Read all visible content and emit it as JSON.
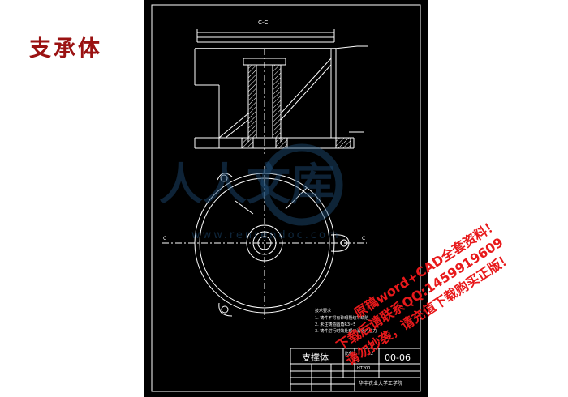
{
  "header": {
    "part_title": "支承体"
  },
  "drawing": {
    "section_label": "C-C",
    "section_marks": [
      "C",
      "C"
    ],
    "notes": {
      "heading": "技术要求",
      "lines": [
        "1. 铸件不得有砂眼裂纹等缺陷",
        "2. 未注铸造圆角R3~5",
        "3. 铸件进行时效处理以消除内应力"
      ]
    },
    "title_block": {
      "part_name": "支撑体",
      "drawing_no": "00-06",
      "scale_label": "比例",
      "scale": "1:2",
      "qty": "1",
      "material": "HT200",
      "school": "华中农业大学工学院"
    }
  },
  "watermark": {
    "logo_text": "人人文库",
    "url": "www.renrendoc.com",
    "lines": [
      "原稿word+CAD全套资料！",
      "下载后请联系QQ:1459919609",
      "请勿抄袭，请充值下载购买正版！"
    ]
  },
  "colors": {
    "sheet": "#000000",
    "lines": "#ffffff",
    "title": "#9a1212",
    "watermark_red": "#e8191b",
    "watermark_blue": "#1f4f7a"
  }
}
